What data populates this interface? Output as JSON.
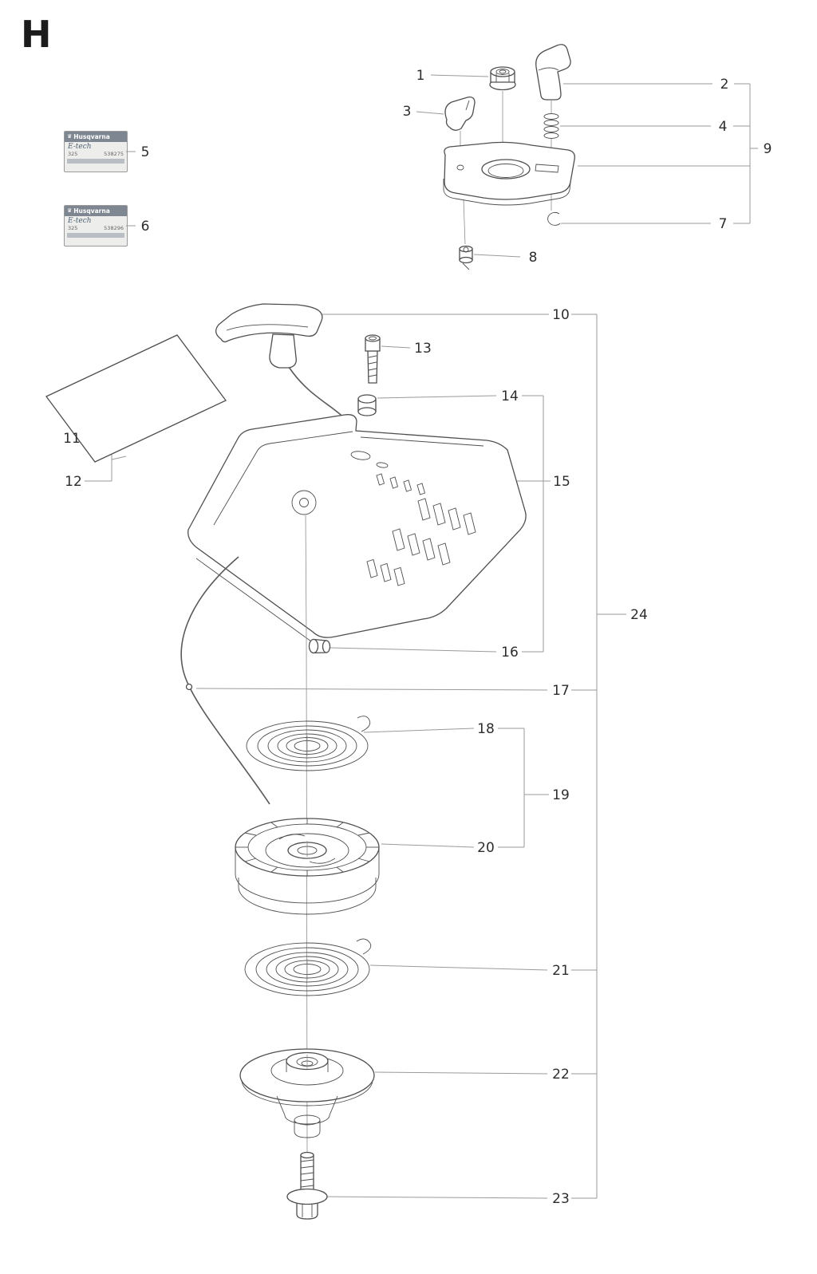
{
  "page": {
    "title": "H"
  },
  "callouts": {
    "c1": "1",
    "c2": "2",
    "c3": "3",
    "c4": "4",
    "c5": "5",
    "c6": "6",
    "c7": "7",
    "c8": "8",
    "c9": "9",
    "c10": "10",
    "c11": "11",
    "c12": "12",
    "c13": "13",
    "c14": "14",
    "c15": "15",
    "c16": "16",
    "c17": "17",
    "c18": "18",
    "c19": "19",
    "c20": "20",
    "c21": "21",
    "c22": "22",
    "c23": "23",
    "c24": "24"
  },
  "labels": {
    "label_5": {
      "brand": "Husqvarna",
      "series": "E-tech",
      "model": "325",
      "serial": "538275"
    },
    "label_6": {
      "brand": "Husqvarna",
      "series": "E-tech",
      "model": "325",
      "serial": "538296"
    }
  }
}
